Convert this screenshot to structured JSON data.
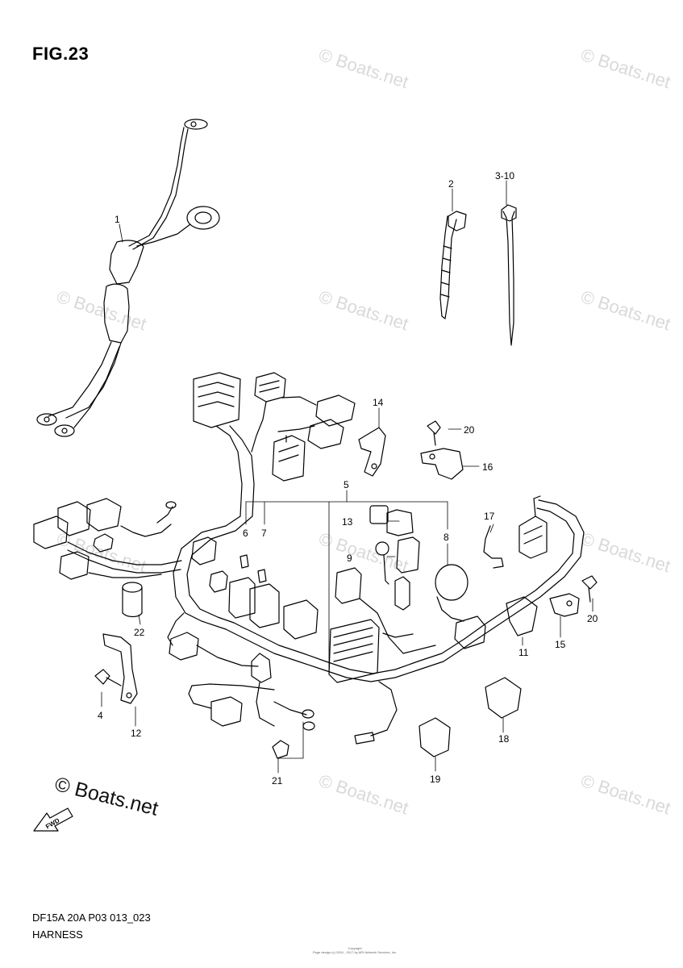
{
  "figure": {
    "title": "FIG.23",
    "model_code": "DF15A 20A P03 013_023",
    "section": "HARNESS"
  },
  "watermarks": [
    "© Boats.net",
    "© Boats.net",
    "© Boats.net",
    "© Boats.net",
    "© Boats.net",
    "© Boats.net",
    "© Boats.net",
    "© Boats.net",
    "© Boats.net",
    "© Boats.net"
  ],
  "brand_mark": "© Boats.net",
  "fwd_label": "FWD",
  "copyright": {
    "line1": "Copyright",
    "line2": "Page design (c) 2004 - 2017 by ARI Network Services, Inc."
  },
  "callouts": [
    "1",
    "2",
    "3-10",
    "14",
    "20",
    "16",
    "5",
    "13",
    "6",
    "7",
    "8",
    "9",
    "17",
    "20",
    "11",
    "15",
    "22",
    "4",
    "12",
    "21",
    "19",
    "18"
  ],
  "colors": {
    "line": "#000000",
    "watermark": "#d9d9d9"
  }
}
